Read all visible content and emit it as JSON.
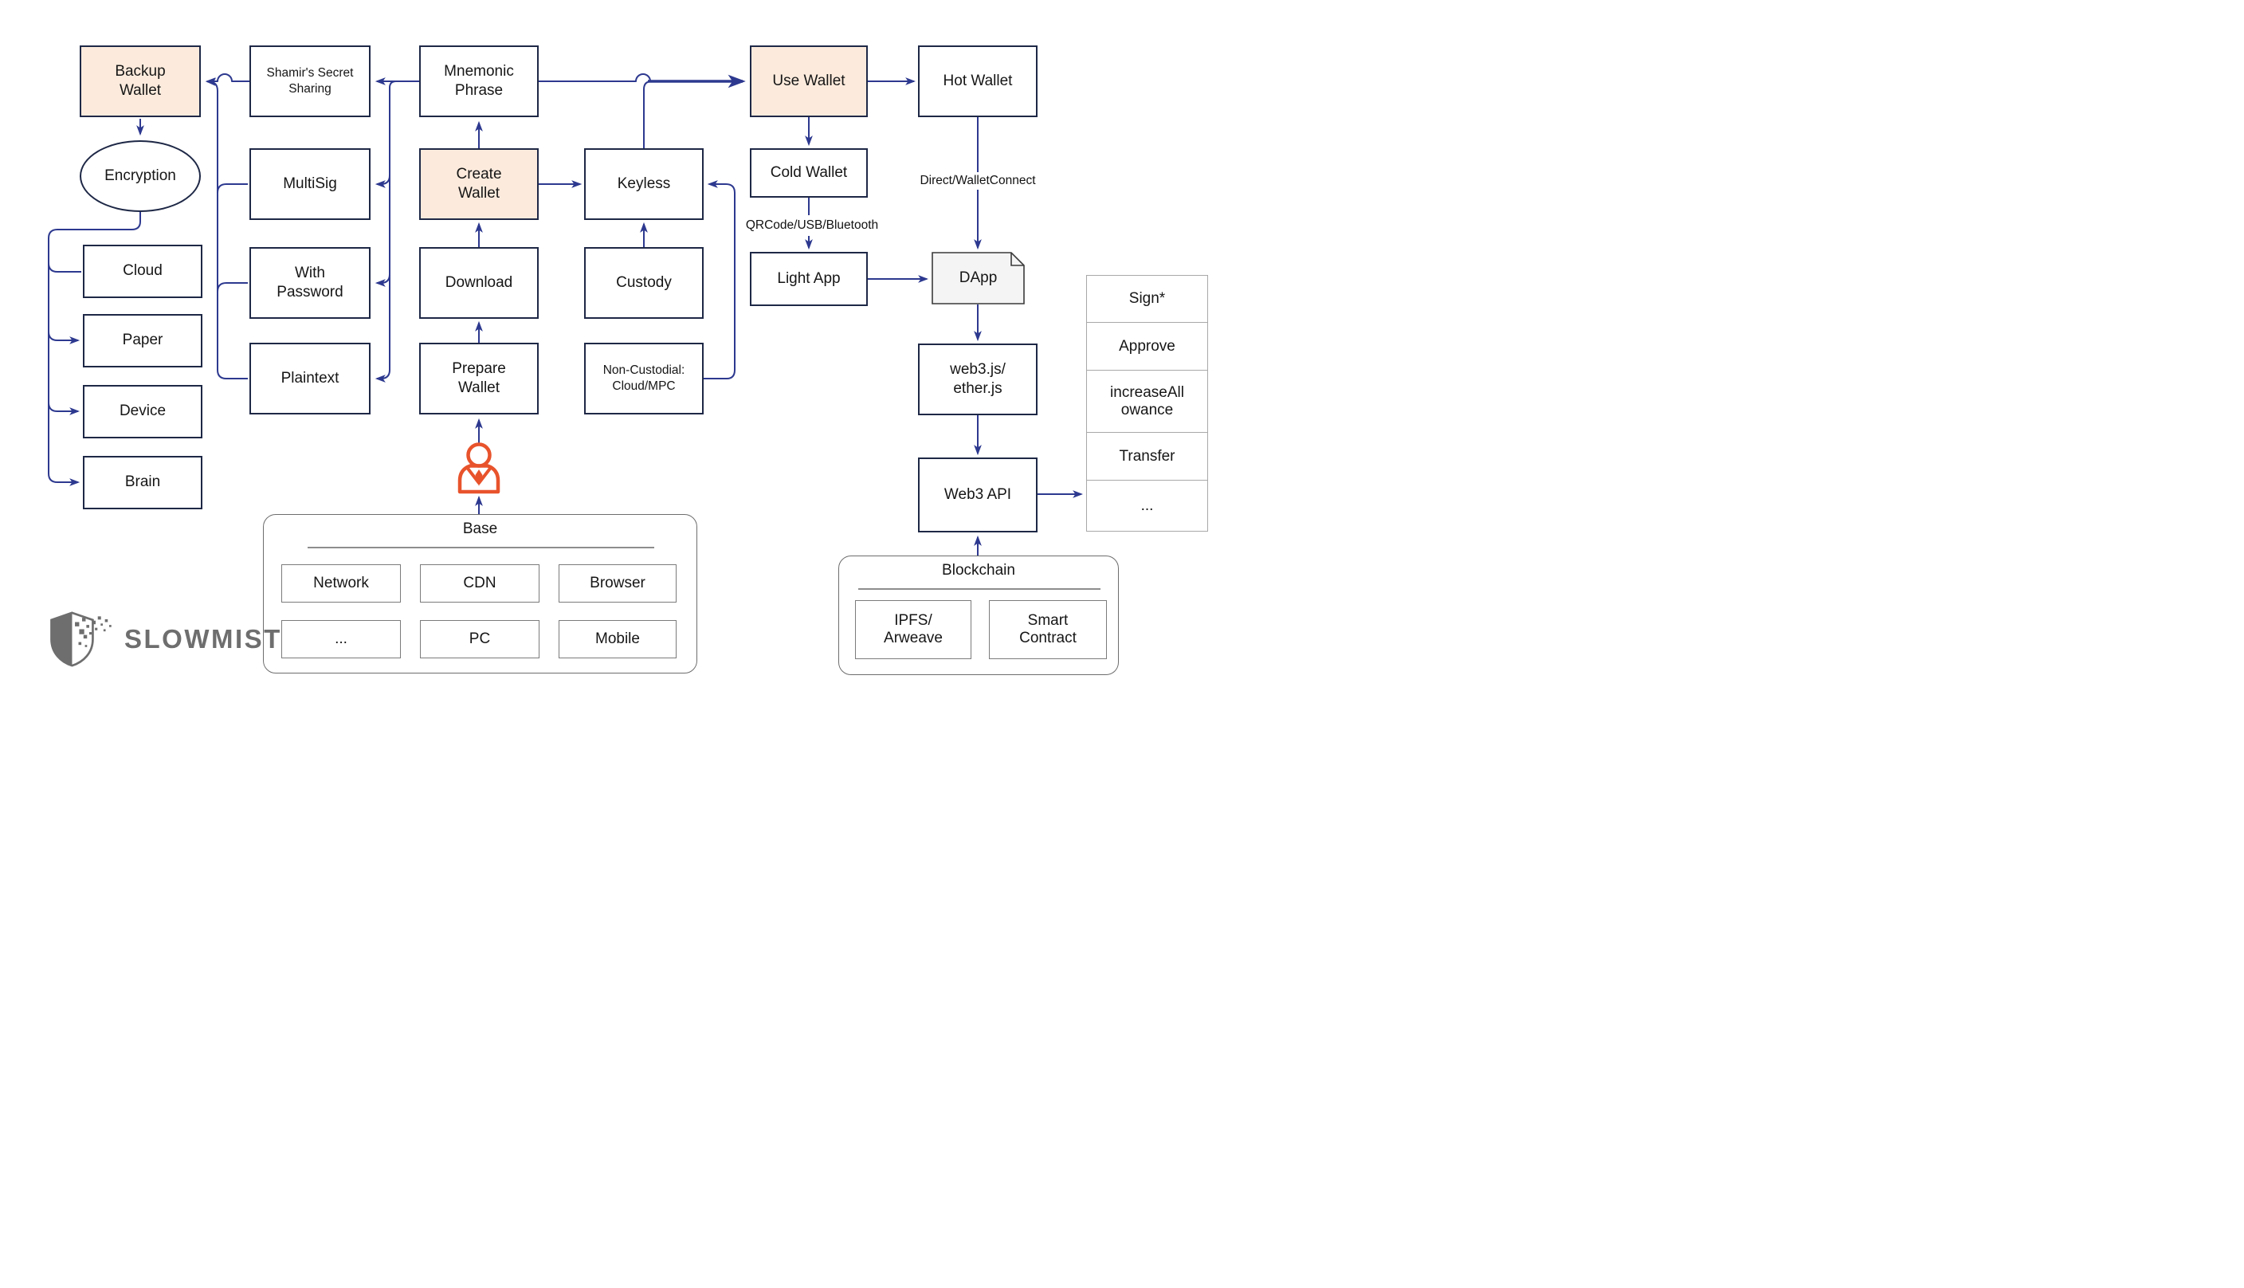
{
  "nodes": {
    "backup_wallet": "Backup\nWallet",
    "shamirs_secret_sharing": "Shamir's Secret\nSharing",
    "mnemonic_phrase": "Mnemonic\nPhrase",
    "use_wallet": "Use Wallet",
    "hot_wallet": "Hot Wallet",
    "encryption": "Encryption",
    "multisig": "MultiSig",
    "create_wallet": "Create\nWallet",
    "keyless": "Keyless",
    "cold_wallet": "Cold Wallet",
    "cloud": "Cloud",
    "with_password": "With\nPassword",
    "download": "Download",
    "custody": "Custody",
    "light_app": "Light App",
    "dapp": "DApp",
    "paper": "Paper",
    "device": "Device",
    "brain": "Brain",
    "plaintext": "Plaintext",
    "prepare_wallet": "Prepare\nWallet",
    "non_custodial": "Non-Custodial:\nCloud/MPC",
    "web3_js": "web3.js/\nether.js",
    "web3_api": "Web3 API"
  },
  "edge_labels": {
    "qrcode_usb_bluetooth": "QRCode/USB/Bluetooth",
    "direct_walletconnect": "Direct/WalletConnect"
  },
  "base_group": {
    "title": "Base",
    "cells": [
      "Network",
      "CDN",
      "Browser",
      "...",
      "PC",
      "Mobile"
    ]
  },
  "blockchain_group": {
    "title": "Blockchain",
    "cells": [
      "IPFS/\nArweave",
      "Smart\nContract"
    ]
  },
  "api_table": {
    "rows": [
      "Sign*",
      "Approve",
      "increaseAll\nowance",
      "Transfer",
      "..."
    ]
  },
  "logo": {
    "brand": "SLOWMIST"
  },
  "colors": {
    "accent_fill": "#fcebdd",
    "connector_blue": "#2d398f",
    "box_border": "#1e2846",
    "person_orange": "#e8532c",
    "logo_gray": "#6e6e6e"
  }
}
